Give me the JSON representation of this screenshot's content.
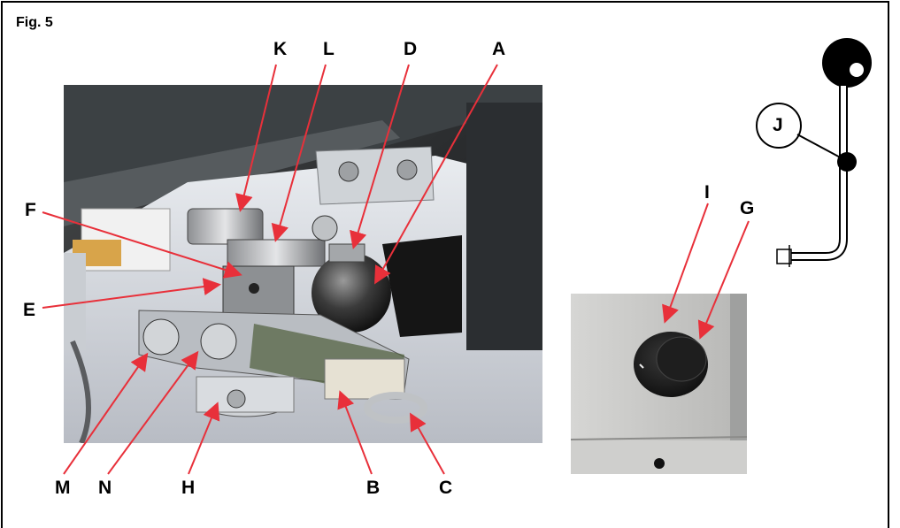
{
  "figure": {
    "title": "Fig. 5"
  },
  "callouts": {
    "K": "K",
    "L": "L",
    "D": "D",
    "A": "A",
    "F": "F",
    "E": "E",
    "M": "M",
    "N": "N",
    "H": "H",
    "B": "B",
    "C": "C",
    "I": "I",
    "G": "G",
    "J": "J"
  },
  "colors": {
    "leader": "#e8303a",
    "frame": "#000000"
  }
}
